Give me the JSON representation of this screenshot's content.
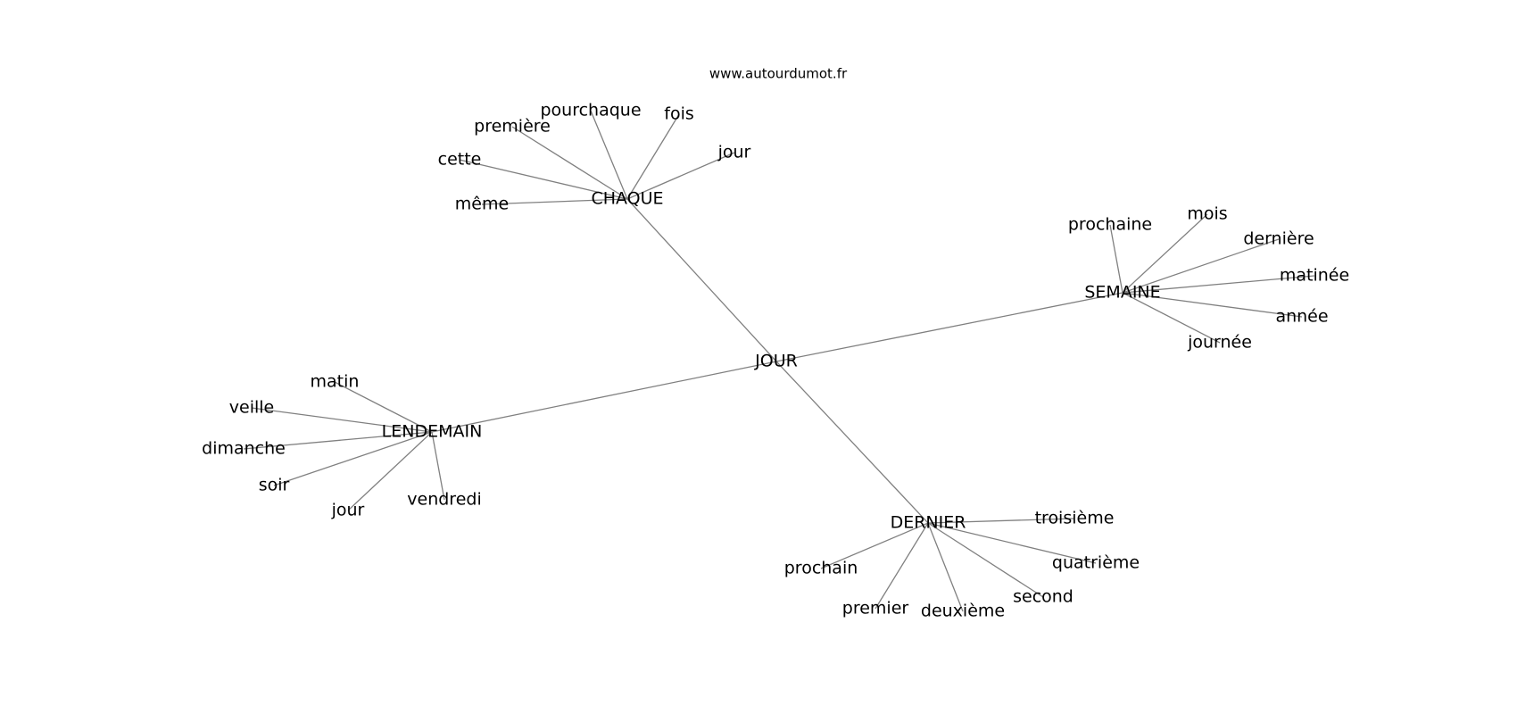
{
  "source": "www.autourdumot.fr",
  "graph": {
    "root": {
      "id": "root",
      "label": "JOUR"
    },
    "hubs": [
      {
        "id": "chaque",
        "label": "CHAQUE",
        "leaves": [
          {
            "id": "chaque-pourchaque",
            "label": "pourchaque"
          },
          {
            "id": "chaque-fois",
            "label": "fois"
          },
          {
            "id": "chaque-premiere",
            "label": "première"
          },
          {
            "id": "chaque-jour",
            "label": "jour"
          },
          {
            "id": "chaque-cette",
            "label": "cette"
          },
          {
            "id": "chaque-meme",
            "label": "même"
          }
        ]
      },
      {
        "id": "semaine",
        "label": "SEMAINE",
        "leaves": [
          {
            "id": "semaine-mois",
            "label": "mois"
          },
          {
            "id": "semaine-prochaine",
            "label": "prochaine"
          },
          {
            "id": "semaine-derniere",
            "label": "dernière"
          },
          {
            "id": "semaine-matinee",
            "label": "matinée"
          },
          {
            "id": "semaine-annee",
            "label": "année"
          },
          {
            "id": "semaine-journee",
            "label": "journée"
          }
        ]
      },
      {
        "id": "lendemain",
        "label": "LENDEMAIN",
        "leaves": [
          {
            "id": "lendemain-matin",
            "label": "matin"
          },
          {
            "id": "lendemain-veille",
            "label": "veille"
          },
          {
            "id": "lendemain-dimanche",
            "label": "dimanche"
          },
          {
            "id": "lendemain-soir",
            "label": "soir"
          },
          {
            "id": "lendemain-jour",
            "label": "jour"
          },
          {
            "id": "lendemain-vendredi",
            "label": "vendredi"
          }
        ]
      },
      {
        "id": "dernier",
        "label": "DERNIER",
        "leaves": [
          {
            "id": "dernier-troisieme",
            "label": "troisième"
          },
          {
            "id": "dernier-quatrieme",
            "label": "quatrième"
          },
          {
            "id": "dernier-prochain",
            "label": "prochain"
          },
          {
            "id": "dernier-second",
            "label": "second"
          },
          {
            "id": "dernier-premier",
            "label": "premier"
          },
          {
            "id": "dernier-deuxieme",
            "label": "deuxième"
          }
        ]
      }
    ]
  }
}
